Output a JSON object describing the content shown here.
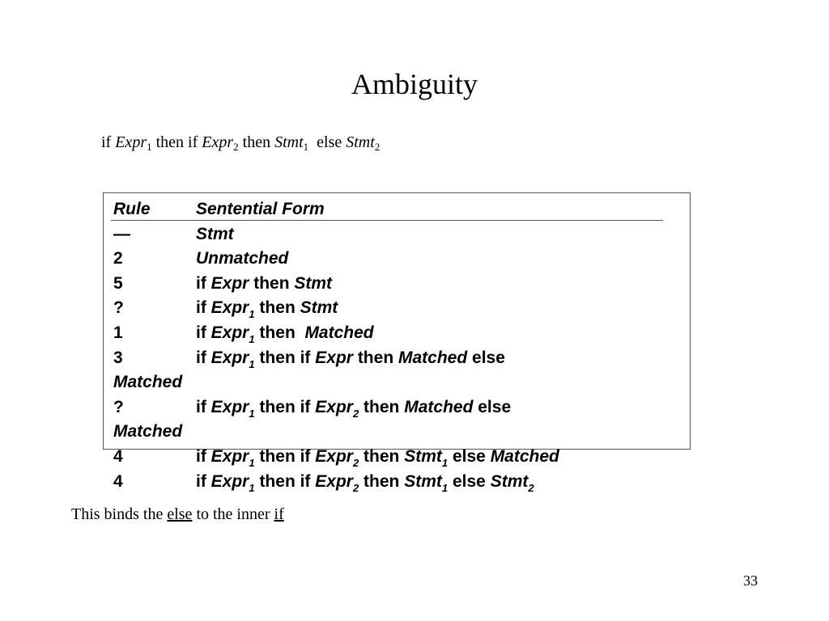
{
  "slide": {
    "title": "Ambiguity",
    "sentence": {
      "if": "if",
      "expr": "Expr",
      "sub1": "1",
      "then_if": "then if",
      "sub2": "2",
      "then": "then",
      "stmt": "Stmt",
      "else": "else"
    },
    "table": {
      "header": {
        "rule": "Rule",
        "form": "Sentential Form"
      },
      "rows": [
        {
          "rule": "—"
        },
        {
          "rule": "2"
        },
        {
          "rule": "5"
        },
        {
          "rule": "?"
        },
        {
          "rule": "1"
        },
        {
          "rule": "3"
        },
        {
          "wrap": "Matched"
        },
        {
          "rule": "?"
        },
        {
          "wrap": "Matched"
        },
        {
          "rule": "4"
        },
        {
          "rule": "4"
        }
      ],
      "tokens": {
        "if": "if",
        "then": "then",
        "then_if": "then if",
        "else": "else",
        "stmt": "Stmt",
        "unmatched": "Unmatched",
        "expr": "Expr",
        "matched": "Matched",
        "sub1": "1",
        "sub2": "2"
      }
    },
    "note": {
      "prefix": "This binds the",
      "else_word": "else",
      "middle": "to the inner",
      "if_word": "if"
    },
    "page_number": "33"
  }
}
